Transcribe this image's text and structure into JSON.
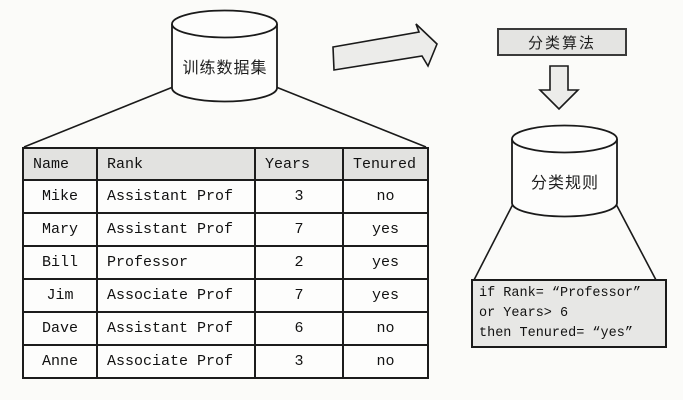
{
  "colors": {
    "background": "#fbfbf9",
    "shape_fill": "#ececea",
    "box_fill": "#e4e4e2",
    "rule_box_fill": "#e7e7e5",
    "table_header_fill": "#e2e2e0",
    "stroke": "#1a1a1a"
  },
  "training_db": {
    "label": "训练数据集"
  },
  "algorithm_box": {
    "label": "分类算法"
  },
  "rules_db": {
    "label": "分类规则"
  },
  "rule_box": {
    "lines": [
      "if Rank= “Professor”",
      "or Years> 6",
      "then Tenured= “yes”"
    ]
  },
  "table": {
    "columns": [
      "Name",
      "Rank",
      "Years",
      "Tenured"
    ],
    "rows": [
      [
        "Mike",
        "Assistant Prof",
        "3",
        "no"
      ],
      [
        "Mary",
        "Assistant Prof",
        "7",
        "yes"
      ],
      [
        "Bill",
        "Professor",
        "2",
        "yes"
      ],
      [
        "Jim",
        "Associate Prof",
        "7",
        "yes"
      ],
      [
        "Dave",
        "Assistant Prof",
        "6",
        "no"
      ],
      [
        "Anne",
        "Associate Prof",
        "3",
        "no"
      ]
    ]
  }
}
